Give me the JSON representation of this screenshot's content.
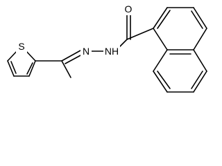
{
  "molecule": {
    "atom_labels": {
      "oxygen": "O",
      "amide_nh": "NH",
      "imine_n": "N",
      "sulfur": "S"
    }
  }
}
